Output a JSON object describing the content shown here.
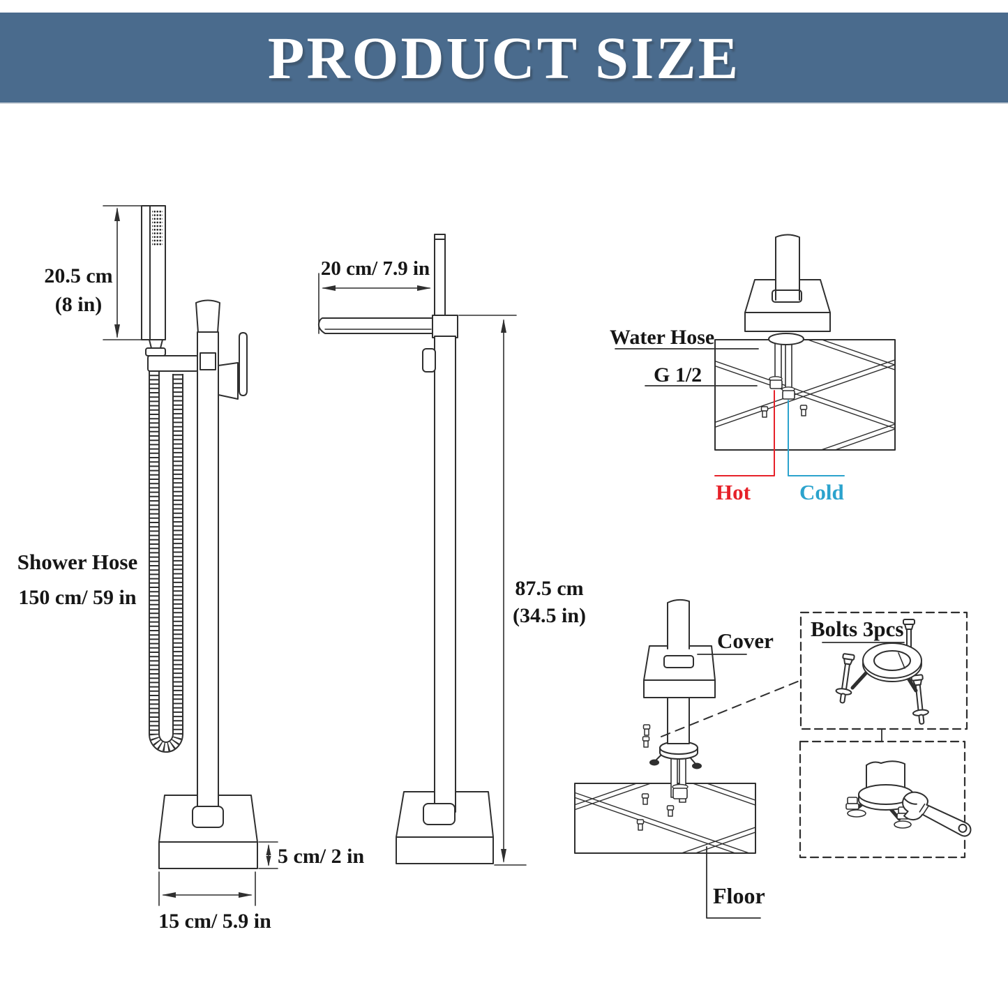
{
  "header": {
    "title": "PRODUCT SIZE"
  },
  "colors": {
    "banner_bg": "#4a6b8d",
    "line": "#2f2f2f",
    "hot": "#e62129",
    "cold": "#2ba3cd"
  },
  "front_view": {
    "handshower_height_cm": "20.5 cm",
    "handshower_height_in": "(8 in)",
    "hose_label": "Shower Hose",
    "hose_length": "150 cm/ 59 in",
    "base_height": "5 cm/ 2 in",
    "base_width": "15 cm/ 5.9 in"
  },
  "side_view": {
    "spout_reach": "20 cm/ 7.9 in",
    "height_cm": "87.5 cm",
    "height_in": "(34.5 in)"
  },
  "connection": {
    "water_hose": "Water Hose",
    "thread": "G 1/2",
    "hot": "Hot",
    "cold": "Cold"
  },
  "install": {
    "cover": "Cover",
    "bolts": "Bolts 3pcs",
    "floor": "Floor"
  }
}
